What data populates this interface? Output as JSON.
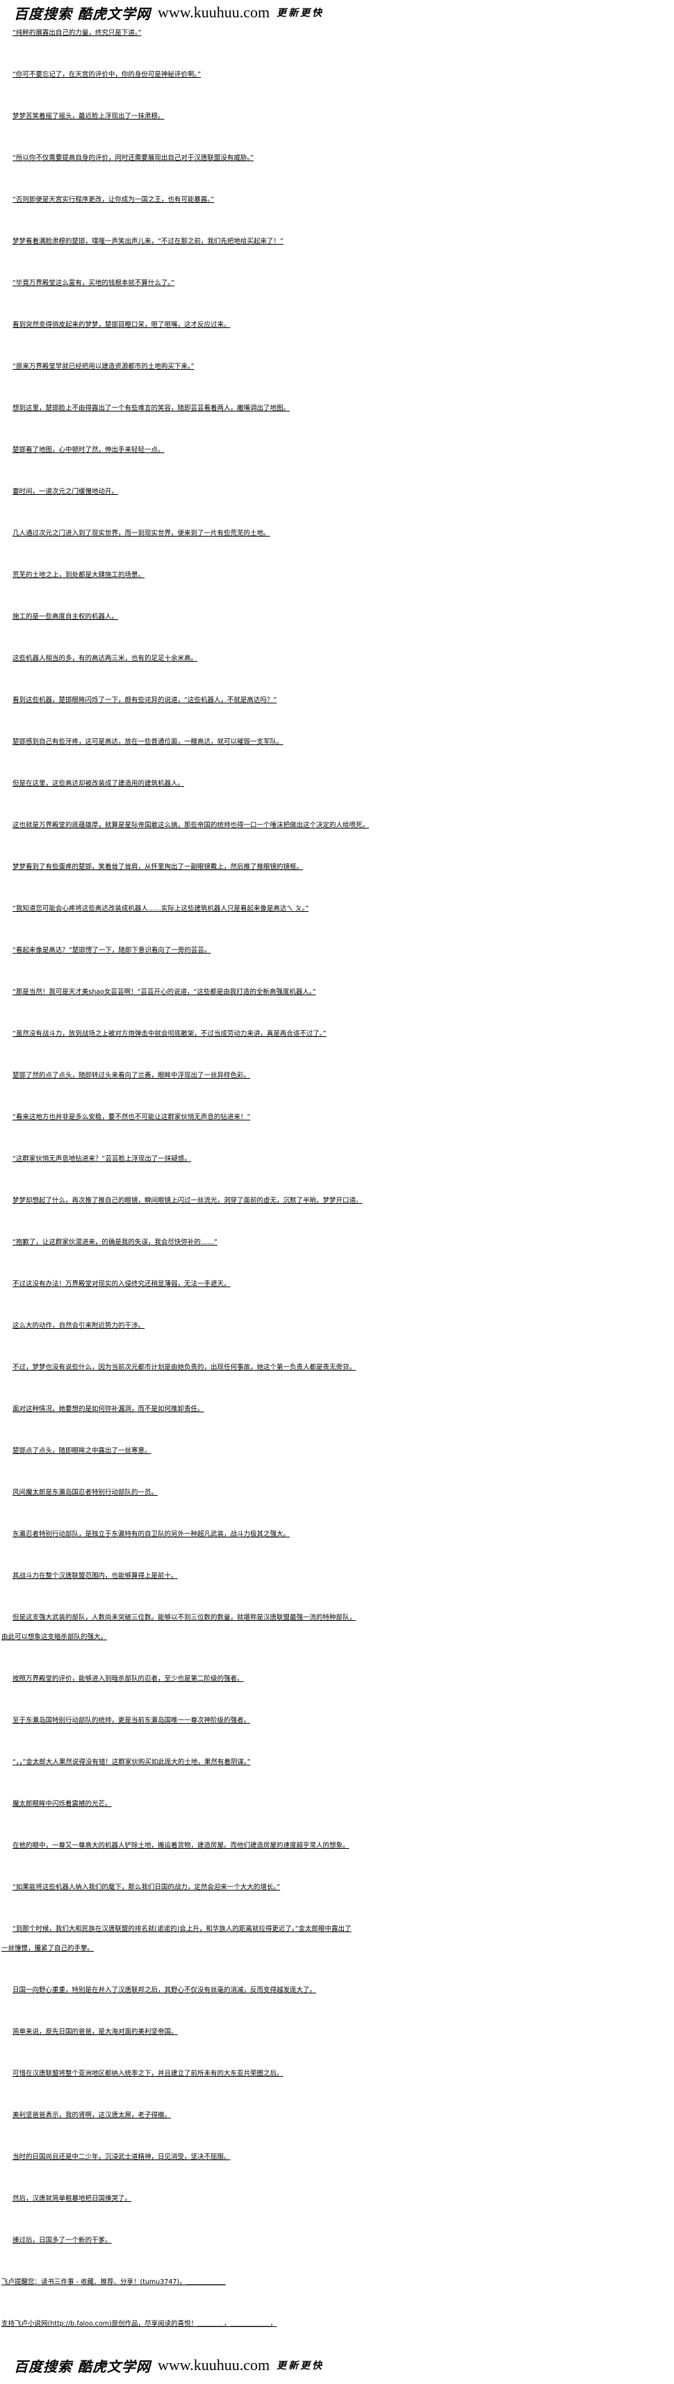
{
  "logo": {
    "cn": "百度搜索 酷虎文学网",
    "url": "www.kuuhuu.com",
    "tag": "更新更快"
  },
  "paragraphs": [
    "“纯粹的展露出自己的力量，终究只是下道。”",
    "“你可不要忘记了，在天宫的评价中，你的身份可是神秘评价啊。”",
    "梦梦苦笑着摇了摇头，最近脸上浮现出了一抹肃穆。",
    "“所以你不仅需要提高自身的评价，同时还需要展现出自己对于汉唐联盟没有威胁。”",
    "“否则即便是天宫实行程序更改，让你成为一国之王，也有可能暴露。”",
    "梦梦看着满脸肃穆的楚邯，噗嗤一声笑出声儿来，“不过在那之前，我们先把地给买起来了！”",
    "“毕竟万界殿堂这么富有，买地的钱根本就不算什么了。”",
    "看到突然变得俏皮起来的梦梦，楚邯目瞪口呆，咂了咂嘴，这才反应过来。",
    "“原来万界殿堂早就已经把用以建造资源都市的土地购买下来。”",
    "想到这里，楚邯脸上不由得露出了一个有些难言的笑容，随即芸芸看着两人，撇嘴调出了地图。",
    "楚邯看了地图，心中顿时了然，伸出手来轻轻一点。",
    "霎时间，一道次元之门缓慢地动开。",
    "几人通过次元之门进入到了现实世界，而一到现实世界，便来到了一片有些荒芜的土地。",
    "荒芜的土地之上，到处都是大肆施工的场景。",
    "施工的是一些高度自主权的机器人。",
    "这些机器人相当的多，有的高达两三米，也有的足足十余米高。",
    "看到这些机器，楚邯眼眸闪烁了一下，颇有些诧异的说道，“这些机器人，不就是高达吗？”",
    "楚邯感到自己有些牙疼，这可是高达，放在一些普通位面，一艘高达，就可以摧毁一支军队。",
    "但是在这里，这些高达却被改装成了建造用的建筑机器人。",
    "这也就是万界殿堂的底蕴雄厚，就算是星际帝国敢这么搞，那些帝国的统帅也得一口一个唾沫把做出这个决定的人给喷死。",
    "梦梦看到了有些蛋疼的楚邯，笑着耸了耸肩，从怀里掏出了一副眼镜戴上，然后推了推眼镜的镜框。",
    "“我知道您可能会心疼将这些高达改装成机器人……实际上这些建筑机器人只是看起来像是高达ㄟ ㄆ。”",
    "“看起来像是高达？”楚邯愣了一下，随即下意识看向了一旁的芸芸。",
    "“那是当然！我可是天才美shao女芸芸啊！”芸芸开心的说道，“这些都是由我打造的全新高强度机器人。”",
    "“虽然没有战斗力，放到战场之上被对方炮弹击中就会彻底散架，不过当成劳动力来讲，真是再合适不过了。”",
    "楚邯了然的点了点头，随即转过头来看向了兰斋，眼眸中浮现出了一丝异样色彩。",
    "“看来这地方也并非是多么安稳，要不然也不可能让这群家伙悄无声息的钻进来！”",
    "“这群家伙悄无声息地钻进来？”芸芸脸上浮现出了一抹疑惑。",
    "梦梦却想起了什么，再次推了推自己的眼镜，瞬间眼镜上闪过一丝流光，洞穿了面前的虚无，沉默了半晌，梦梦开口道。",
    "“抱歉了，让这群家伙混进来，的确是我的失误，我会尽快弥补的……”",
    "不过这没有办法！万界殿堂对现实的入侵终究还稍显薄弱，无法一手遮天。",
    "这么大的动作，自然会引来附近势力的干涉。",
    "不过，梦梦也没有说些什么，因为当前次元都市计划是由她负责的，出现任何事故，她这个第一负责人都是责无旁贷。",
    "面对这种情况，她要想的是如何弥补漏洞，而不是如何推卸责任。",
    "楚邯点了点头，随即眼眸之中露出了一丝寒意。",
    "风间魔太郎是东瀛岛国忍者特别行动部队的一员。",
    "东瀛忍者特别行动部队，是独立于东瀛特有的自卫队的另外一种超凡武装，战斗力极其之强大。",
    "其战斗力在整个汉唐联盟范围内，也能够算得上是前十。",
    "但是这支强大武装的部队，人数尚未突破三位数。能够以不到三位数的数量，就堪称是汉唐联盟最强一流的特种部队，由此可以想象这支暗杀部队的强大。",
    "按照万界殿堂的评价，能够进入到暗杀部队的忍者，至少也是第二阶级的强者。",
    "至于东瀛岛国特别行动部队的统帅，更是当前东瀛岛国唯一一尊次神阶级的强者。",
    "“，，”金太郎大人果然说得没有错！这群家伙购买如此庞大的土地，果然有着阴谋。”",
    "魔太郎眼眸中闪烁着震撼的光芒。",
    "在他的眼中，一尊又一尊高大的机器人铲除土地，搬运着货物，建造房屋。而他们建造房屋的速度超乎常人的想象。",
    "“如果能将这些机器人纳入我们的麾下，那么我们日国的战力，定然会迎来一个大大的增长。”",
    "“到那个时候，我们大和民族在汉唐联盟的排名就(诺诺的)会上升，和华族人的距离就拉得更近了。”金太郎眼中露出了一丝憧憬，攥紧了自己的手掌。",
    "日国一向野心重重，特别是在并入了汉唐联邦之后，其野心不仅没有丝毫的消减，反而变得越发庞大了。",
    "简单来说，原先日国的爸爸，是大海对面的美利坚帝国。",
    "可惜在汉唐联盟将整个亚洲地区都纳入统率之下，并且建立了前所未有的大东亚共荣圈之后。",
    "美利坚爸爸表示，我的肾啊，这汉唐太屌，老子得撤。",
    "当时的日国尚且还是中二少年，沉浸武士道精神，日见消受，坚决不屈服。",
    "然后，汉唐就简单粗暴地把日国揍哭了。",
    "揍过后，日国多了一个新的干爹。"
  ],
  "footer": [
    "飞卢提醒您：读书三件事 - 收藏、推荐、分享！(tumu3747)，＿＿＿＿＿＿",
    "支持飞卢小说网(http://b.faloo.com)原创作品，尽享阅读的喜悦！＿＿＿＿，＿＿＿＿＿＿，"
  ]
}
